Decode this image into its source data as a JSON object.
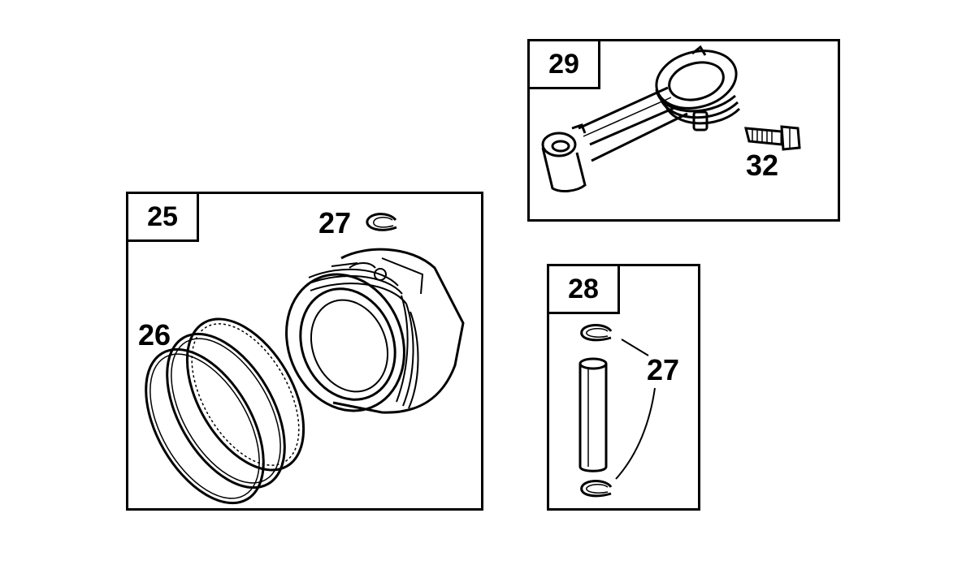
{
  "panels": {
    "piston": {
      "tag": "25",
      "retainer_label": "27",
      "rings_label": "26"
    },
    "rod": {
      "tag": "29",
      "bolt_label": "32"
    },
    "pin": {
      "tag": "28",
      "retainer_label": "27"
    }
  },
  "icons": [
    "piston-icon",
    "piston-rings-icon",
    "retainer-clip-icon",
    "connecting-rod-icon",
    "rod-bolt-icon",
    "piston-pin-icon"
  ],
  "colors": {
    "line": "#000000",
    "background": "#ffffff"
  }
}
